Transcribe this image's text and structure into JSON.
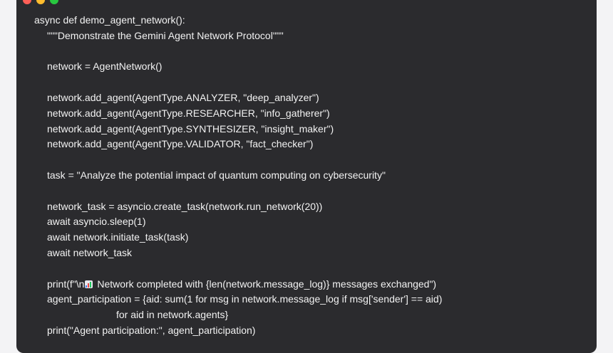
{
  "window": {
    "controls": [
      "close",
      "minimize",
      "zoom"
    ],
    "colors": {
      "background": "#2b2b2e",
      "text": "#f2f2f2",
      "close": "#ff5f57",
      "minimize": "#febc2e",
      "zoom": "#28c840"
    }
  },
  "code": {
    "lines": [
      "async def demo_agent_network():",
      "\"\"\"Demonstrate the Gemini Agent Network Protocol\"\"\"",
      "",
      "network = AgentNetwork()",
      "",
      "network.add_agent(AgentType.ANALYZER, \"deep_analyzer\")",
      "network.add_agent(AgentType.RESEARCHER, \"info_gatherer\")",
      "network.add_agent(AgentType.SYNTHESIZER, \"insight_maker\")",
      "network.add_agent(AgentType.VALIDATOR, \"fact_checker\")",
      "",
      "task = \"Analyze the potential impact of quantum computing on cybersecurity\"",
      "",
      "network_task = asyncio.create_task(network.run_network(20))",
      "await asyncio.sleep(1)",
      "await network.initiate_task(task)",
      "await network_task",
      "",
      "print(f\"\\n",
      "agent_participation = {aid: sum(1 for msg in network.message_log if msg['sender'] == aid)",
      "for aid in network.agents}",
      "print(\"Agent participation:\", agent_participation)"
    ],
    "print_line_rest": " Network completed with {len(network.message_log)} messages exchanged\")",
    "emoji_icon": "bar-chart-emoji"
  }
}
